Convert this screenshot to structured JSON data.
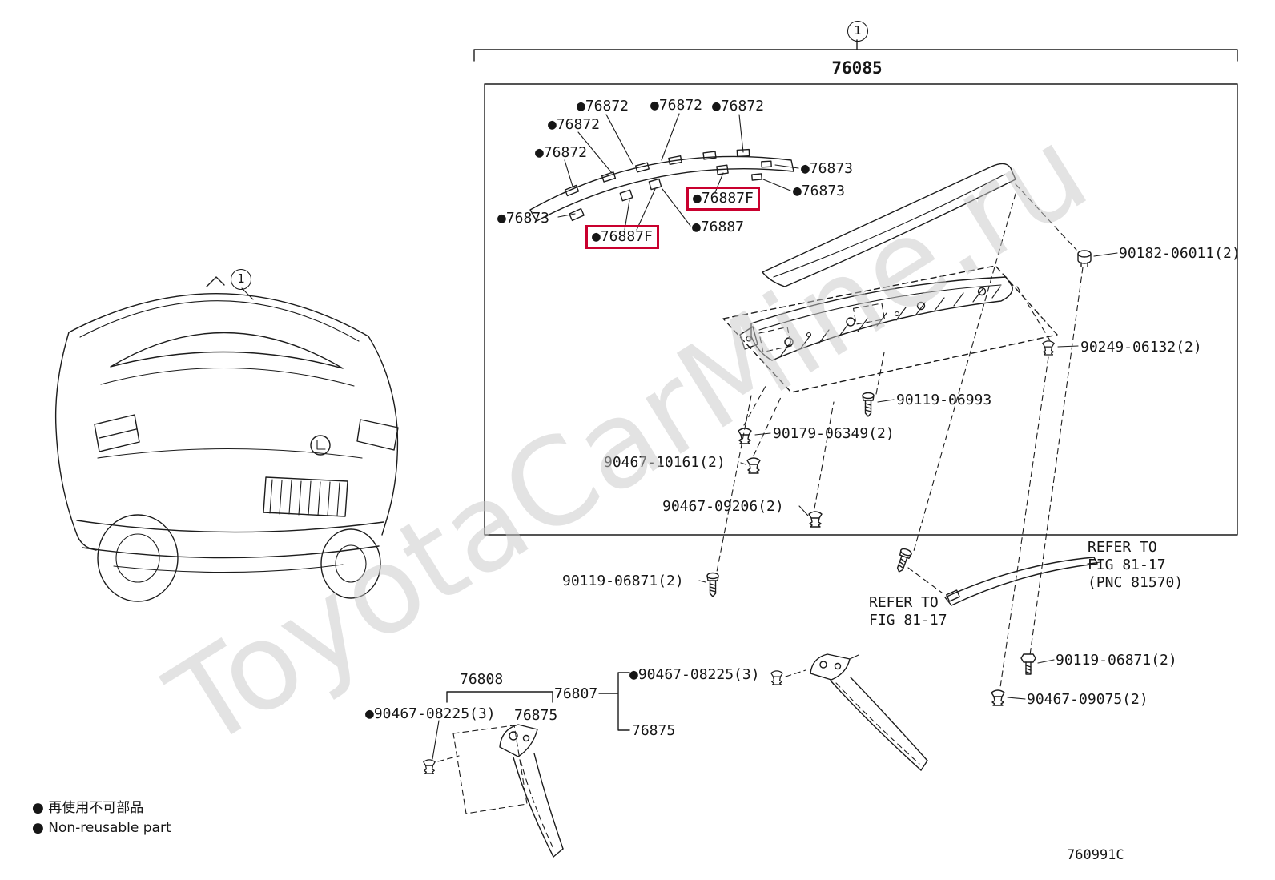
{
  "watermark": "ToyotaCarMine.ru",
  "colors": {
    "highlight": "#c9002e"
  },
  "assembly": {
    "callout": "1",
    "part_number": "76085"
  },
  "car": {
    "callout": "1"
  },
  "labels": [
    {
      "text": "●76872"
    },
    {
      "text": "●76872"
    },
    {
      "text": "●76872"
    },
    {
      "text": "●76872"
    },
    {
      "text": "●76872"
    },
    {
      "text": "●76873"
    },
    {
      "text": "●76873"
    },
    {
      "text": "●76873"
    },
    {
      "text": "●76887F"
    },
    {
      "text": "●76887"
    },
    {
      "text": "●76887F"
    },
    {
      "text": "90182-06011(2)"
    },
    {
      "text": "90249-06132(2)"
    },
    {
      "text": "90119-06993"
    },
    {
      "text": "90179-06349(2)"
    },
    {
      "text": "90467-10161(2)"
    },
    {
      "text": "90467-09206(2)"
    },
    {
      "text": "90119-06871(2)"
    },
    {
      "text": "REFER TO\nFIG 81-17"
    },
    {
      "text": "REFER TO\nFIG 81-17\n(PNC 81570)"
    },
    {
      "text": "90119-06871(2)"
    },
    {
      "text": "90467-09075(2)"
    },
    {
      "text": "76808"
    },
    {
      "text": "76807"
    },
    {
      "text": "●90467-08225(3)"
    },
    {
      "text": "76875"
    },
    {
      "text": "●90467-08225(3)"
    },
    {
      "text": "76875"
    }
  ],
  "legend": {
    "jp": "● 再使用不可部品",
    "en": "● Non-reusable part"
  },
  "doc_code": "760991C"
}
